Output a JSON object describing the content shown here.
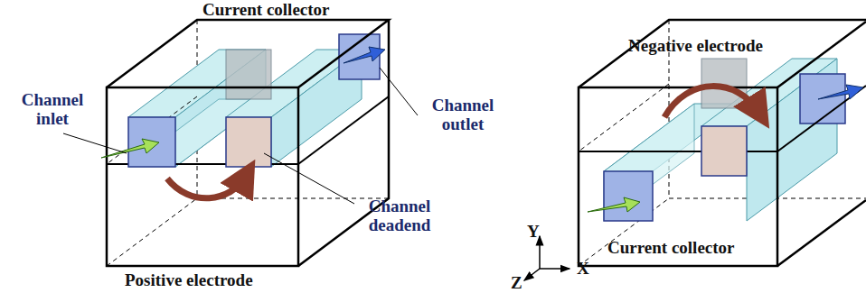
{
  "diagram": {
    "labels": [
      "Current collector",
      "Channel inlet",
      "Channel outlet",
      "Channel deadend",
      "Positive electrode",
      "Negative electrode",
      "Current collector",
      "Y",
      "X",
      "Z"
    ]
  }
}
